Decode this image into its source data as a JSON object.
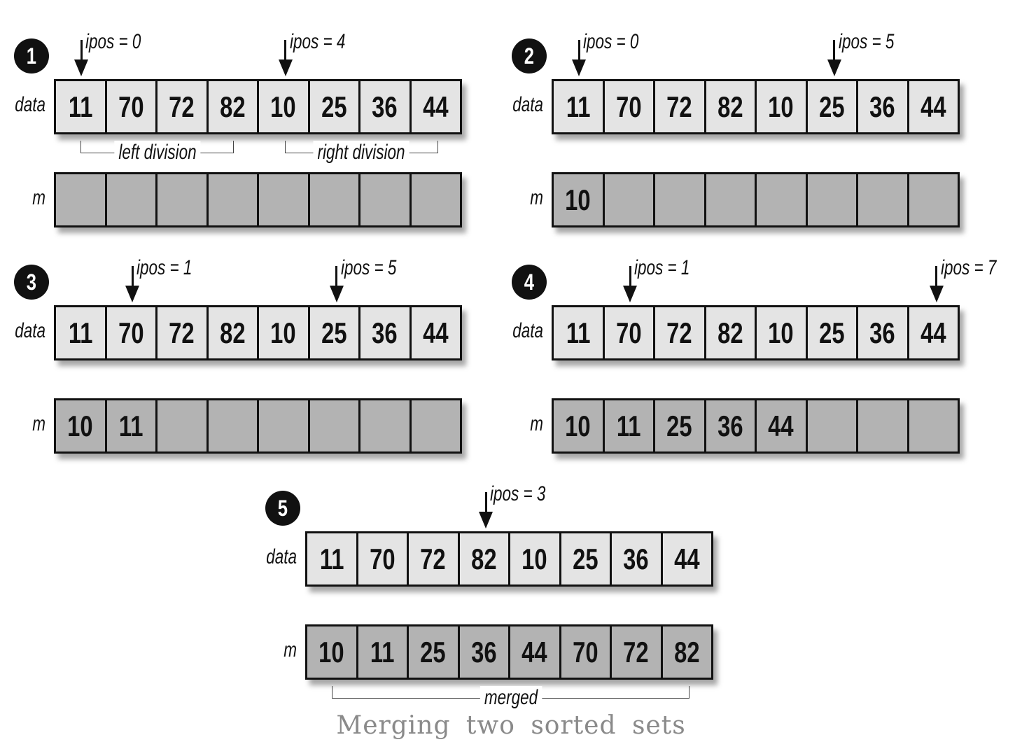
{
  "labels": {
    "data": "data",
    "m": "m"
  },
  "panels": [
    {
      "step": "1",
      "data": [
        "11",
        "70",
        "72",
        "82",
        "10",
        "25",
        "36",
        "44"
      ],
      "m": [
        "",
        "",
        "",
        "",
        "",
        "",
        "",
        ""
      ],
      "pointers": [
        {
          "label": "ipos = 0",
          "index": 0
        },
        {
          "label": "ipos = 4",
          "index": 4
        }
      ],
      "brackets": [
        {
          "label": "left division",
          "row": "data",
          "from": 0,
          "to": 3
        },
        {
          "label": "right division",
          "row": "data",
          "from": 4,
          "to": 7
        }
      ]
    },
    {
      "step": "2",
      "data": [
        "11",
        "70",
        "72",
        "82",
        "10",
        "25",
        "36",
        "44"
      ],
      "m": [
        "10",
        "",
        "",
        "",
        "",
        "",
        "",
        ""
      ],
      "pointers": [
        {
          "label": "ipos = 0",
          "index": 0
        },
        {
          "label": "ipos = 5",
          "index": 5
        }
      ],
      "brackets": []
    },
    {
      "step": "3",
      "data": [
        "11",
        "70",
        "72",
        "82",
        "10",
        "25",
        "36",
        "44"
      ],
      "m": [
        "10",
        "11",
        "",
        "",
        "",
        "",
        "",
        ""
      ],
      "pointers": [
        {
          "label": "ipos = 1",
          "index": 1
        },
        {
          "label": "ipos = 5",
          "index": 5
        }
      ],
      "brackets": []
    },
    {
      "step": "4",
      "data": [
        "11",
        "70",
        "72",
        "82",
        "10",
        "25",
        "36",
        "44"
      ],
      "m": [
        "10",
        "11",
        "25",
        "36",
        "44",
        "",
        "",
        ""
      ],
      "pointers": [
        {
          "label": "ipos = 1",
          "index": 1
        },
        {
          "label": "ipos = 7",
          "index": 7
        }
      ],
      "brackets": []
    },
    {
      "step": "5",
      "data": [
        "11",
        "70",
        "72",
        "82",
        "10",
        "25",
        "36",
        "44"
      ],
      "m": [
        "10",
        "11",
        "25",
        "36",
        "44",
        "70",
        "72",
        "82"
      ],
      "pointers": [
        {
          "label": "ipos = 3",
          "index": 3
        }
      ],
      "brackets": [
        {
          "label": "merged",
          "row": "m",
          "from": 0,
          "to": 7
        }
      ]
    }
  ],
  "caption": "Merging two sorted sets"
}
